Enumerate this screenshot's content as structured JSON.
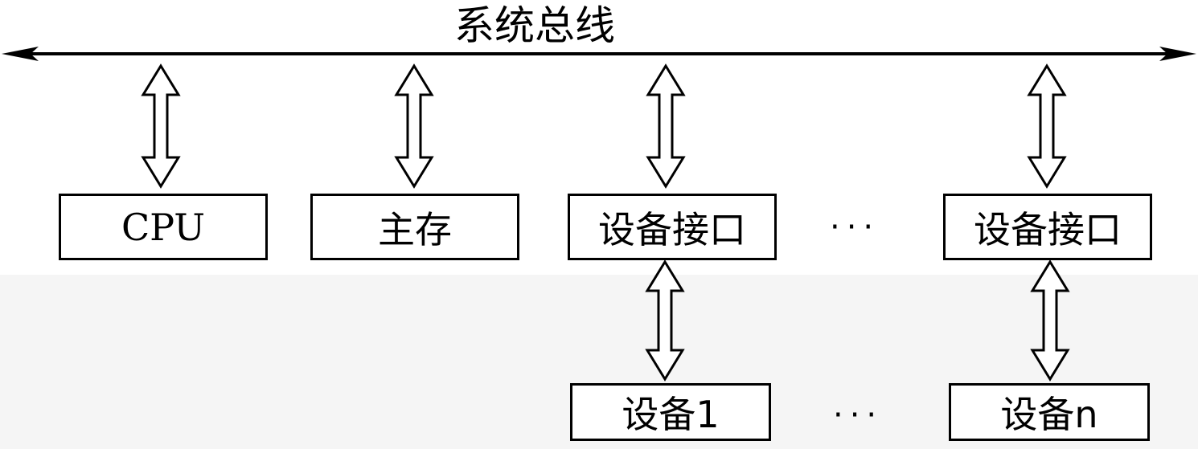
{
  "bus": {
    "title": "系统总线"
  },
  "modules": [
    {
      "label": "CPU"
    },
    {
      "label": "主存"
    },
    {
      "label": "设备接口"
    },
    {
      "label": "设备接口"
    }
  ],
  "devices": [
    {
      "label": "设备1"
    },
    {
      "label": "设备n"
    }
  ],
  "ellipsis": "···",
  "colors": {
    "line": "#000000",
    "lower_band": "#f5f5f5"
  }
}
